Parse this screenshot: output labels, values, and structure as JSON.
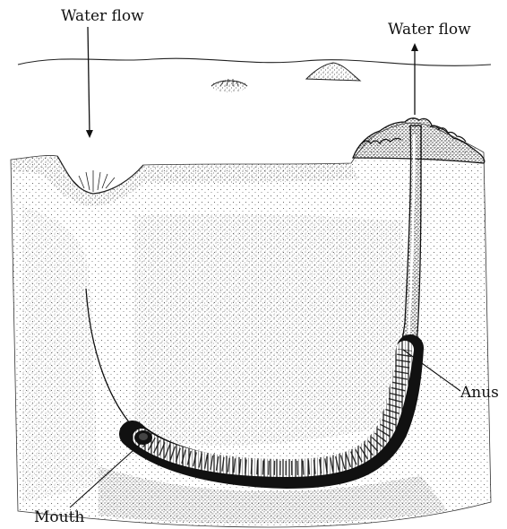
{
  "labels": {
    "water_flow_in": "Water flow",
    "water_flow_out": "Water flow",
    "anus": "Anus",
    "mouth": "Mouth"
  }
}
